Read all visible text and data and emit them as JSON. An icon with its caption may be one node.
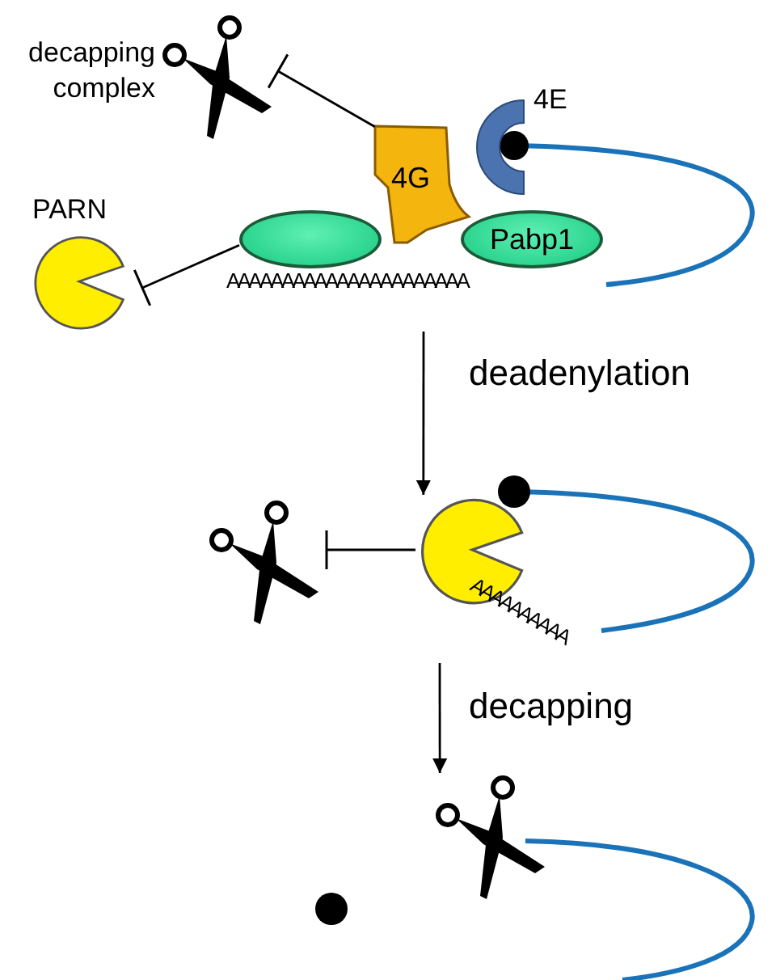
{
  "diagram": {
    "nodes": [
      {
        "text": [],
        "shape": "scissors",
        "beside": [
          "decapping complex"
        ]
      },
      {
        "text": [
          "4E"
        ]
      },
      {
        "text": [
          "4G"
        ]
      },
      {
        "text": [
          "PARN"
        ]
      },
      {
        "text": [],
        "shape": "ellipse"
      },
      {
        "text": [
          "Pabp1"
        ]
      },
      {
        "text": [],
        "shape": "scissors"
      },
      {
        "text": [],
        "shape": "pacman"
      },
      {
        "text": [],
        "shape": "scissors"
      }
    ],
    "edges": [
      {
        "from": 2,
        "to": 0,
        "arrow": "other"
      },
      {
        "from": 4,
        "to": 3,
        "arrow": "other"
      },
      {
        "from": null,
        "to": 7,
        "arrow": "to",
        "label": "deadenylation"
      },
      {
        "from": 7,
        "to": 6,
        "arrow": "other"
      },
      {
        "from": null,
        "to": 8,
        "arrow": "to",
        "label": "decapping"
      }
    ],
    "labels": [
      "AAAAAAAAAAAAAAAAAAAAAA",
      "AAAAAAAAAA"
    ]
  }
}
